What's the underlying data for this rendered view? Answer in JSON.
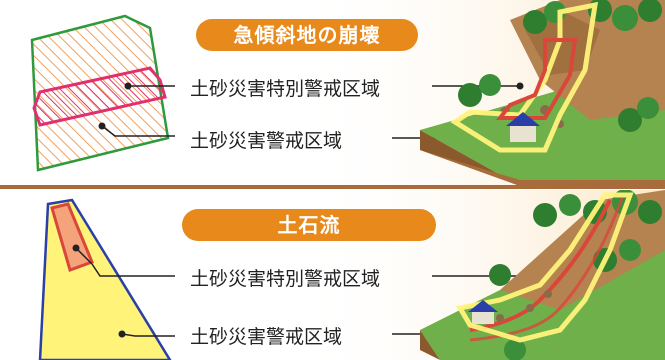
{
  "top": {
    "title": "急傾斜地の崩壊",
    "special_zone_label": "土砂災害特別警戒区域",
    "warning_zone_label": "土砂災害警戒区域"
  },
  "bottom": {
    "title": "土石流",
    "special_zone_label": "土砂災害特別警戒区域",
    "warning_zone_label": "土砂災害警戒区域"
  },
  "colors": {
    "accent_pill": "#e8891c",
    "divider": "#a86b3c",
    "special_zone": "#e0306e",
    "warning_zone_outline": "#2f9a3c",
    "warning_zone_fill": "#fff37a",
    "stream_outline": "#2a3fa8",
    "debris_red": "#d9473a"
  }
}
